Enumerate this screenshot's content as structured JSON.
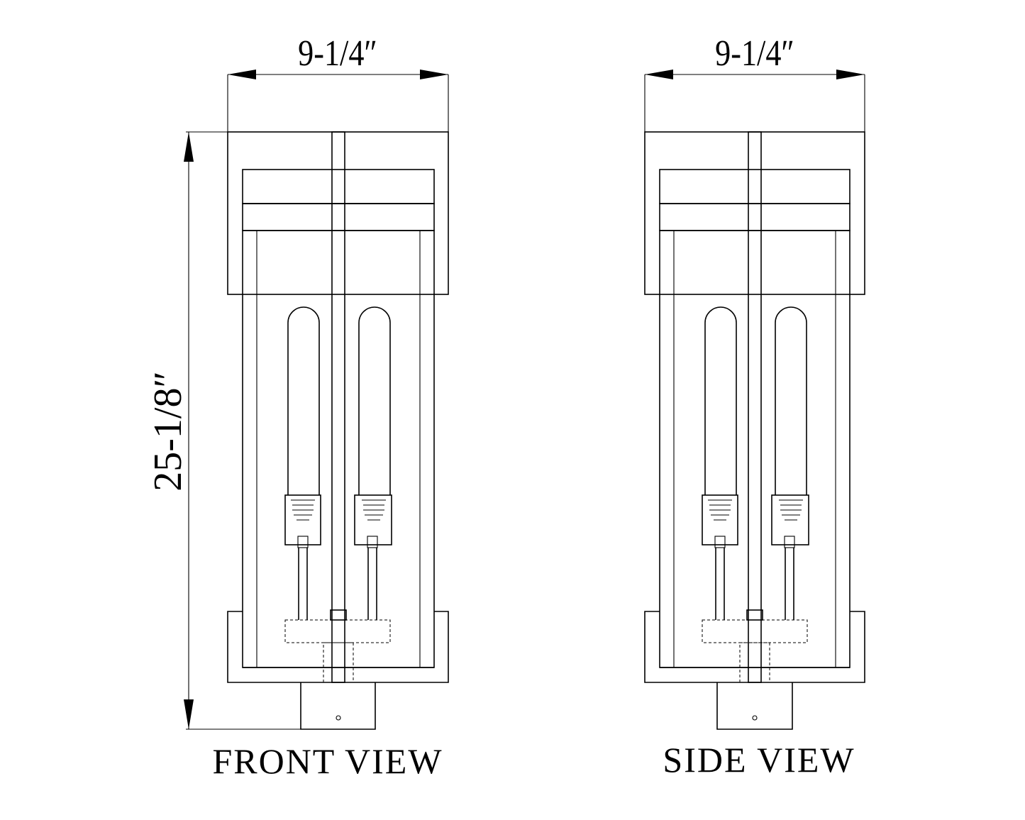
{
  "front": {
    "width_label": "9-1/4″",
    "height_label": "25-1/8″",
    "view_label": "FRONT VIEW"
  },
  "side": {
    "width_label": "9-1/4″",
    "view_label": "SIDE VIEW"
  },
  "colors": {
    "line": "#000000",
    "background": "#ffffff"
  }
}
